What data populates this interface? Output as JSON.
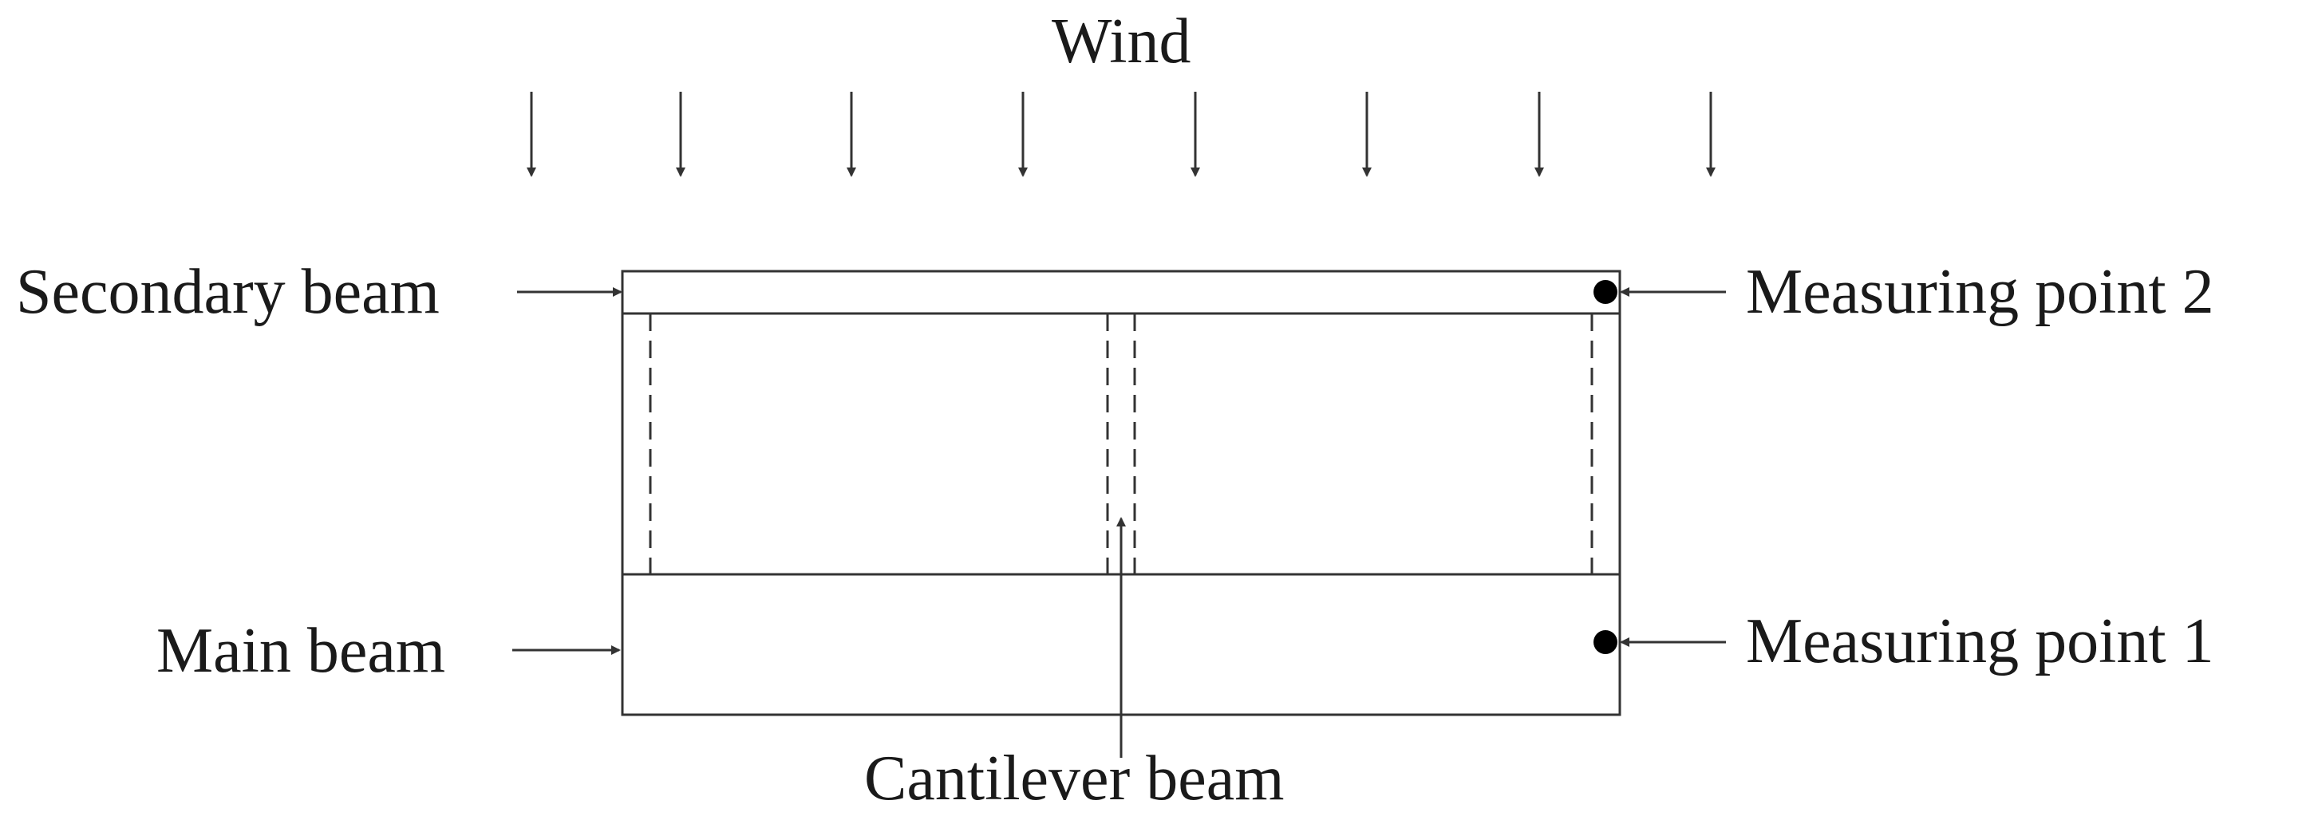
{
  "diagram": {
    "wind_label": "Wind",
    "secondary_beam_label": "Secondary beam",
    "main_beam_label": "Main beam",
    "cantilever_beam_label": "Cantilever beam",
    "measuring_point_2_label": "Measuring point 2",
    "measuring_point_1_label": "Measuring point 1",
    "wind_arrow_count": 8,
    "colors": {
      "line": "#333333",
      "text": "#1a1a1a",
      "marker": "#000000",
      "background": "#ffffff"
    }
  }
}
